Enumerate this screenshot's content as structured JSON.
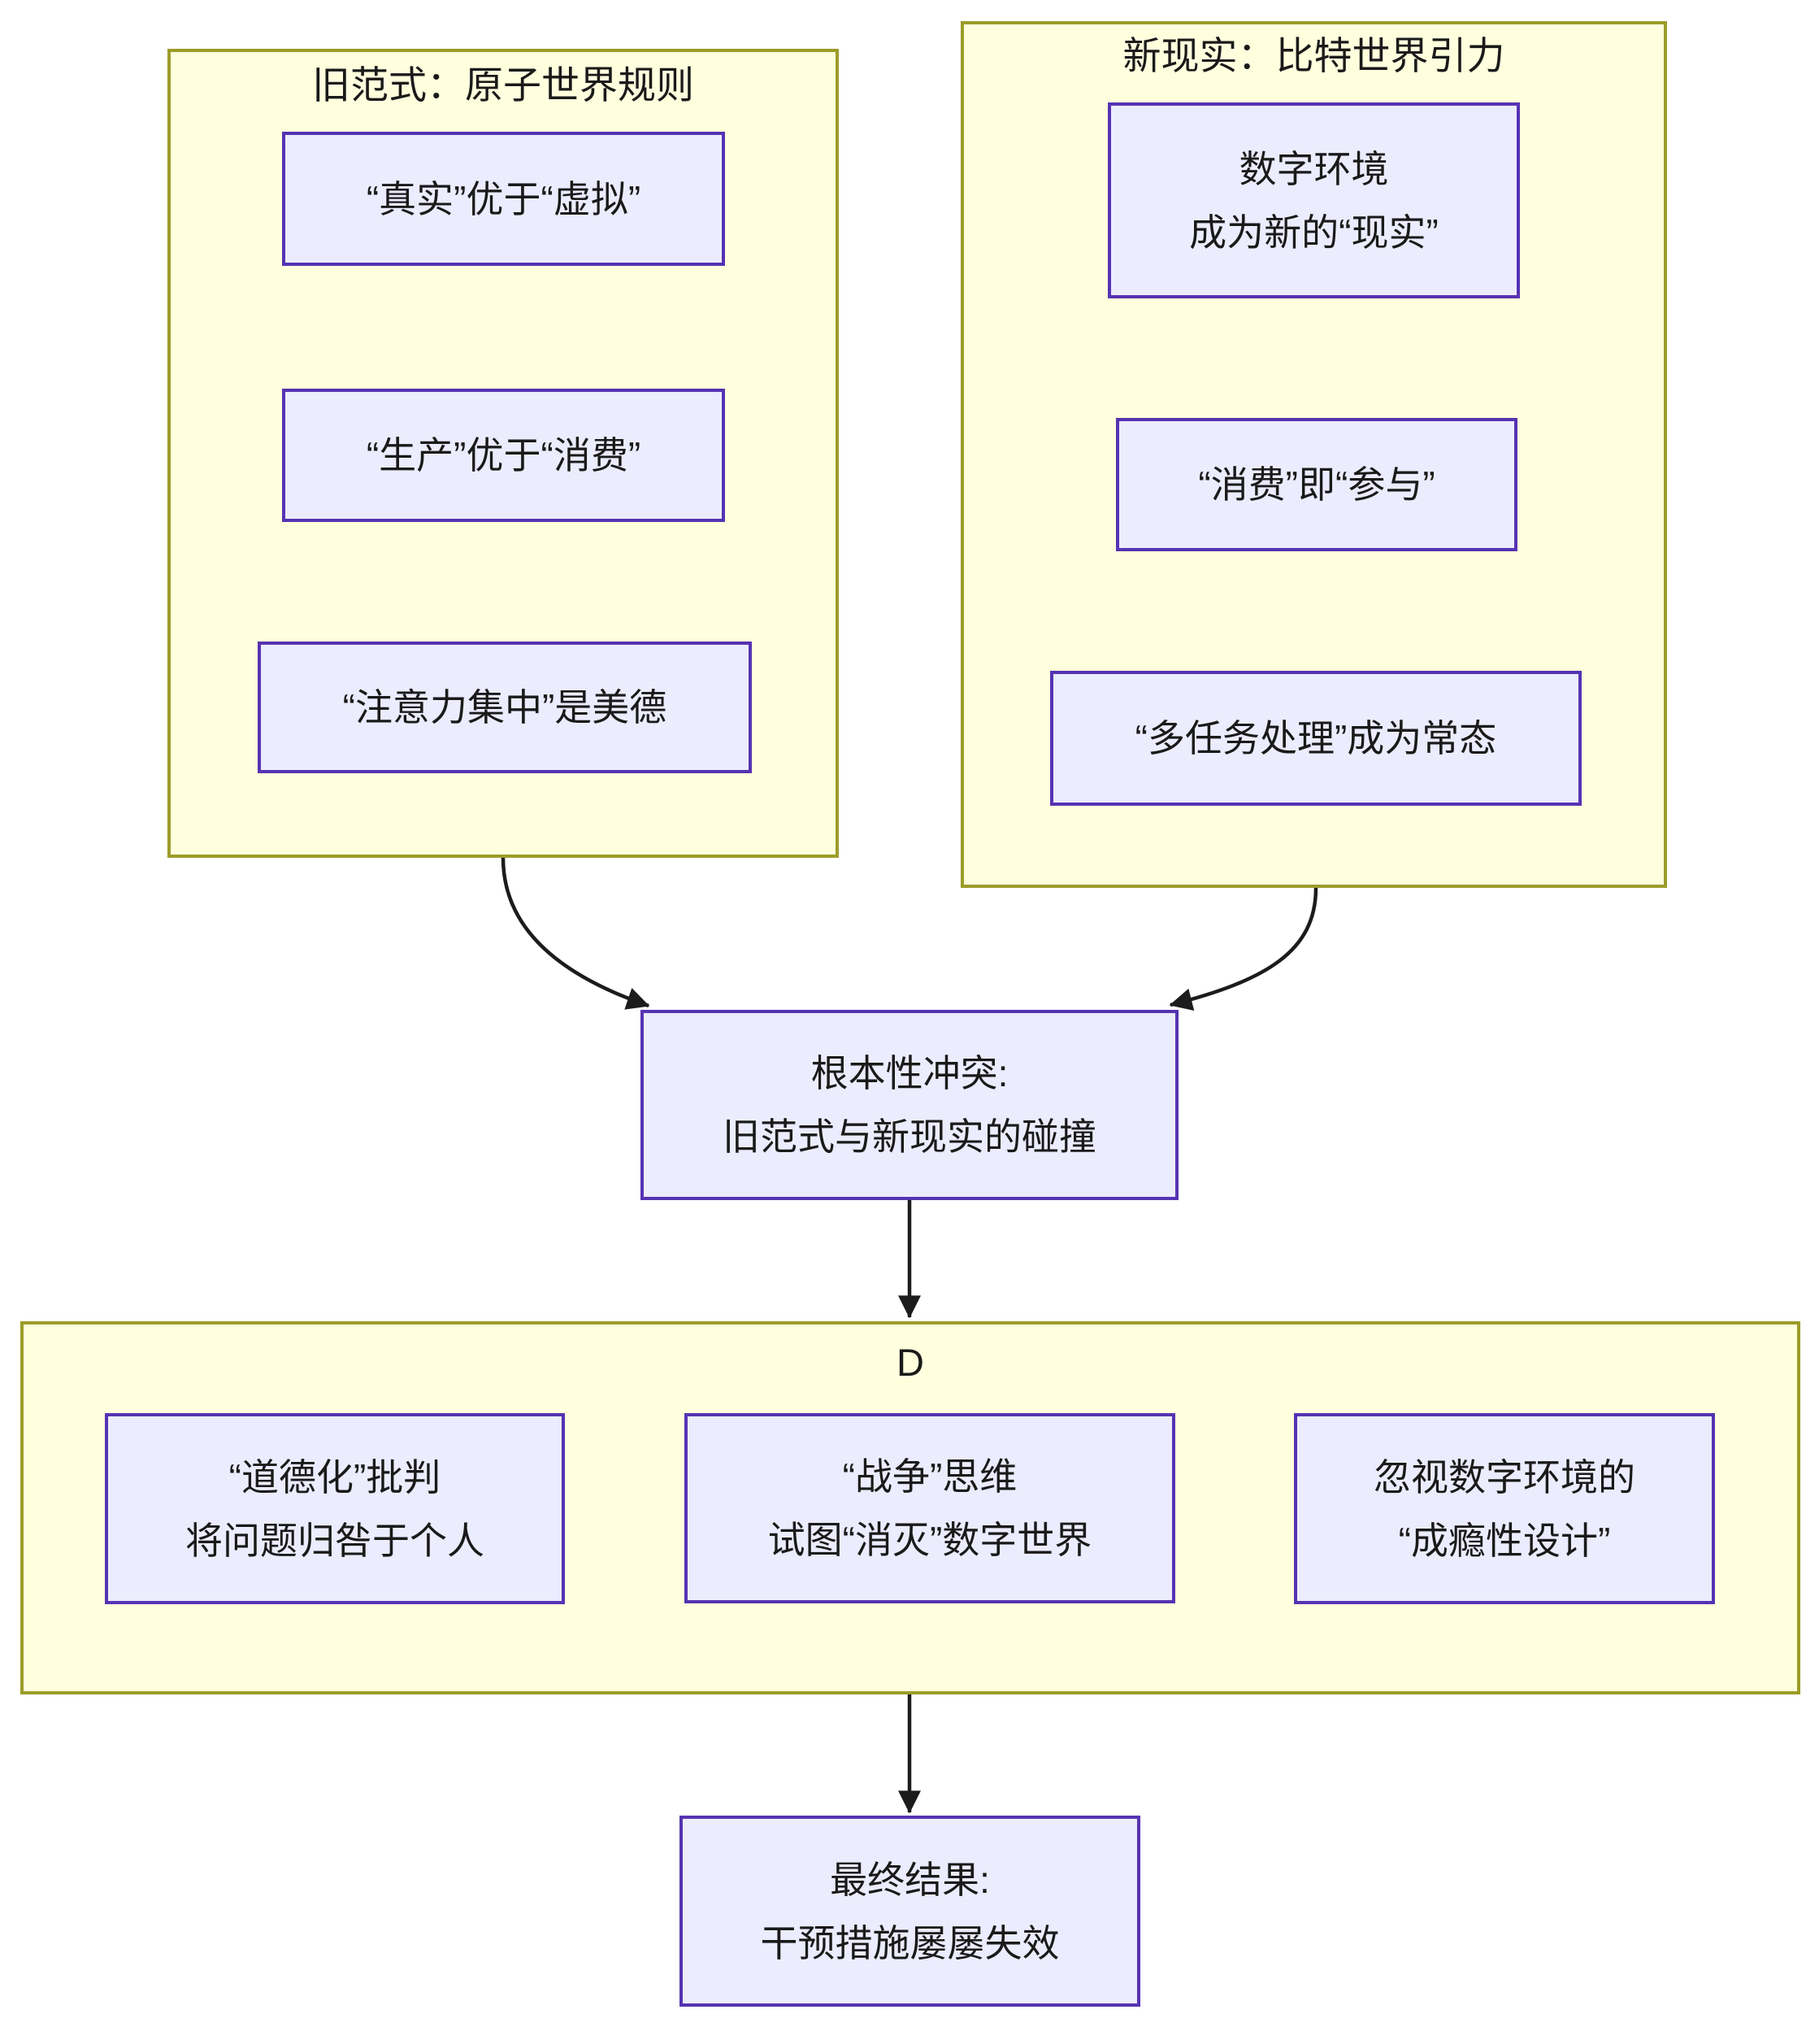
{
  "clusters": {
    "old_paradigm": {
      "title": "旧范式：原子世界规则"
    },
    "new_reality": {
      "title": "新现实：比特世界引力"
    },
    "d": {
      "title": "D"
    }
  },
  "nodes": {
    "real_over_virtual": {
      "label": "“真实”优于“虚拟”"
    },
    "production_over_consumption": {
      "label": "“生产”优于“消费”"
    },
    "focused_attention_virtue": {
      "label": "“注意力集中”是美德"
    },
    "digital_env_new_reality": {
      "label": "数字环境\n成为新的“现实”"
    },
    "consumption_is_participation": {
      "label": "“消费”即“参与”"
    },
    "multitasking_norm": {
      "label": "“多任务处理”成为常态"
    },
    "fundamental_conflict": {
      "label": "根本性冲突:\n旧范式与新现实的碰撞"
    },
    "moralizing_critique": {
      "label": "“道德化”批判\n将问题归咎于个人"
    },
    "war_mindset": {
      "label": "“战争”思维\n试图“消灭”数字世界"
    },
    "ignoring_addictive_design": {
      "label": "忽视数字环境的\n“成瘾性设计”"
    },
    "final_result": {
      "label": "最终结果:\n干预措施屡屡失效"
    }
  },
  "edges": [
    {
      "from": "old_paradigm",
      "to": "fundamental_conflict"
    },
    {
      "from": "new_reality",
      "to": "fundamental_conflict"
    },
    {
      "from": "fundamental_conflict",
      "to": "d"
    },
    {
      "from": "d",
      "to": "final_result"
    }
  ],
  "colors": {
    "cluster_fill": "#ffffde",
    "cluster_border": "#9c9c2a",
    "node_fill": "#ececff",
    "node_border": "#5633b2",
    "edge": "#1c1c1c",
    "text": "#1a1a1a"
  }
}
